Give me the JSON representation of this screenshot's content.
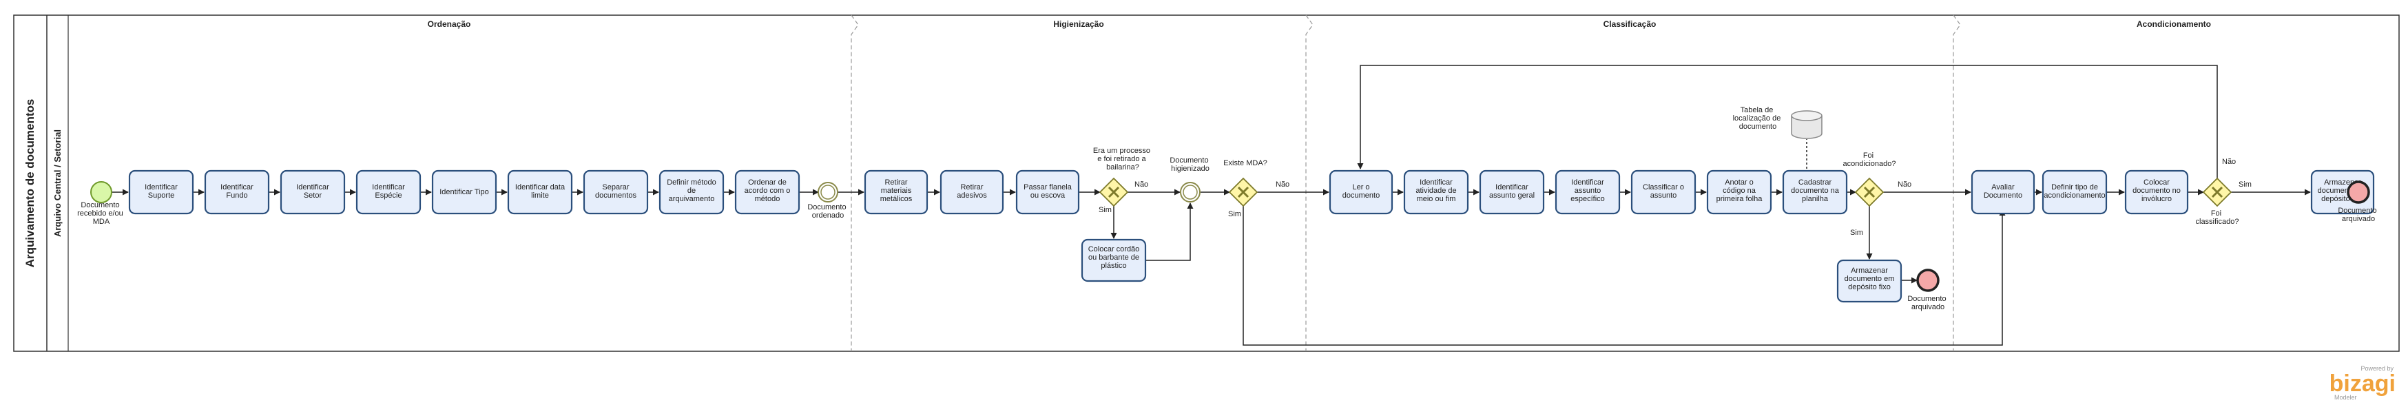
{
  "pool": {
    "title": "Arquivamento de documentos",
    "lane": "Arquivo Central / Setorial"
  },
  "phases": [
    "Ordenação",
    "Higienização",
    "Classificação",
    "Acondicionamento"
  ],
  "events": {
    "start": [
      "Documento",
      "recebido e/ou",
      "MDA"
    ],
    "ordered": [
      "Documento",
      "ordenado"
    ],
    "cleaned": [
      "Documento",
      "higienizado"
    ],
    "end_mid": [
      "Documento",
      "arquivado"
    ],
    "end_final": [
      "Documento",
      "arquivado"
    ]
  },
  "tasks": {
    "t1": [
      "Identificar",
      "Suporte"
    ],
    "t2": [
      "Identificar",
      "Fundo"
    ],
    "t3": [
      "Identificar",
      "Setor"
    ],
    "t4": [
      "Identificar",
      "Espécie"
    ],
    "t5": [
      "Identificar Tipo"
    ],
    "t6": [
      "Identificar data",
      "limite"
    ],
    "t7": [
      "Separar",
      "documentos"
    ],
    "t8": [
      "Definir método",
      "de",
      "arquivamento"
    ],
    "t9": [
      "Ordenar de",
      "acordo com o",
      "método"
    ],
    "t10": [
      "Retirar",
      "materiais",
      "metálicos"
    ],
    "t11": [
      "Retirar",
      "adesivos"
    ],
    "t12": [
      "Passar flanela",
      "ou escova"
    ],
    "t13": [
      "Colocar cordão",
      "ou barbante de",
      "plástico"
    ],
    "t14": [
      "Ler o",
      "documento"
    ],
    "t15": [
      "Identificar",
      "atividade de",
      "meio ou fim"
    ],
    "t16": [
      "Identificar",
      "assunto geral"
    ],
    "t17": [
      "Identificar",
      "assunto",
      "específico"
    ],
    "t18": [
      "Classificar o",
      "assunto"
    ],
    "t19": [
      "Anotar o",
      "código na",
      "primeira folha"
    ],
    "t20": [
      "Cadastrar",
      "documento na",
      "planilha"
    ],
    "t21": [
      "Armazenar",
      "documento em",
      "depósito fixo"
    ],
    "t22": [
      "Avaliar",
      "Documento"
    ],
    "t23": [
      "Definir tipo de",
      "acondicionamento"
    ],
    "t24": [
      "Colocar",
      "documento no",
      "invólucro"
    ],
    "t25": [
      "Armazenar",
      "documento em",
      "depósito fixo"
    ]
  },
  "gateways": {
    "g1": [
      "Era um processo",
      "e foi retirado a",
      "bailarina?"
    ],
    "g2": [
      "Existe MDA?"
    ],
    "g3": [
      "Foi",
      "acondicionado?"
    ],
    "g4": [
      "Foi",
      "classificado?"
    ]
  },
  "flow_labels": {
    "g1_no": "Não",
    "g1_yes": "Sim",
    "g2_no": "Não",
    "g2_yes": "Sim",
    "g3_no": "Não",
    "g3_yes": "Sim",
    "g4_no": "Não",
    "g4_yes": "Sim"
  },
  "data_store": [
    "Tabela de",
    "localização de",
    "documento"
  ],
  "branding": {
    "powered": "Powered by",
    "name": "bizagi",
    "sub": "Modeler"
  }
}
